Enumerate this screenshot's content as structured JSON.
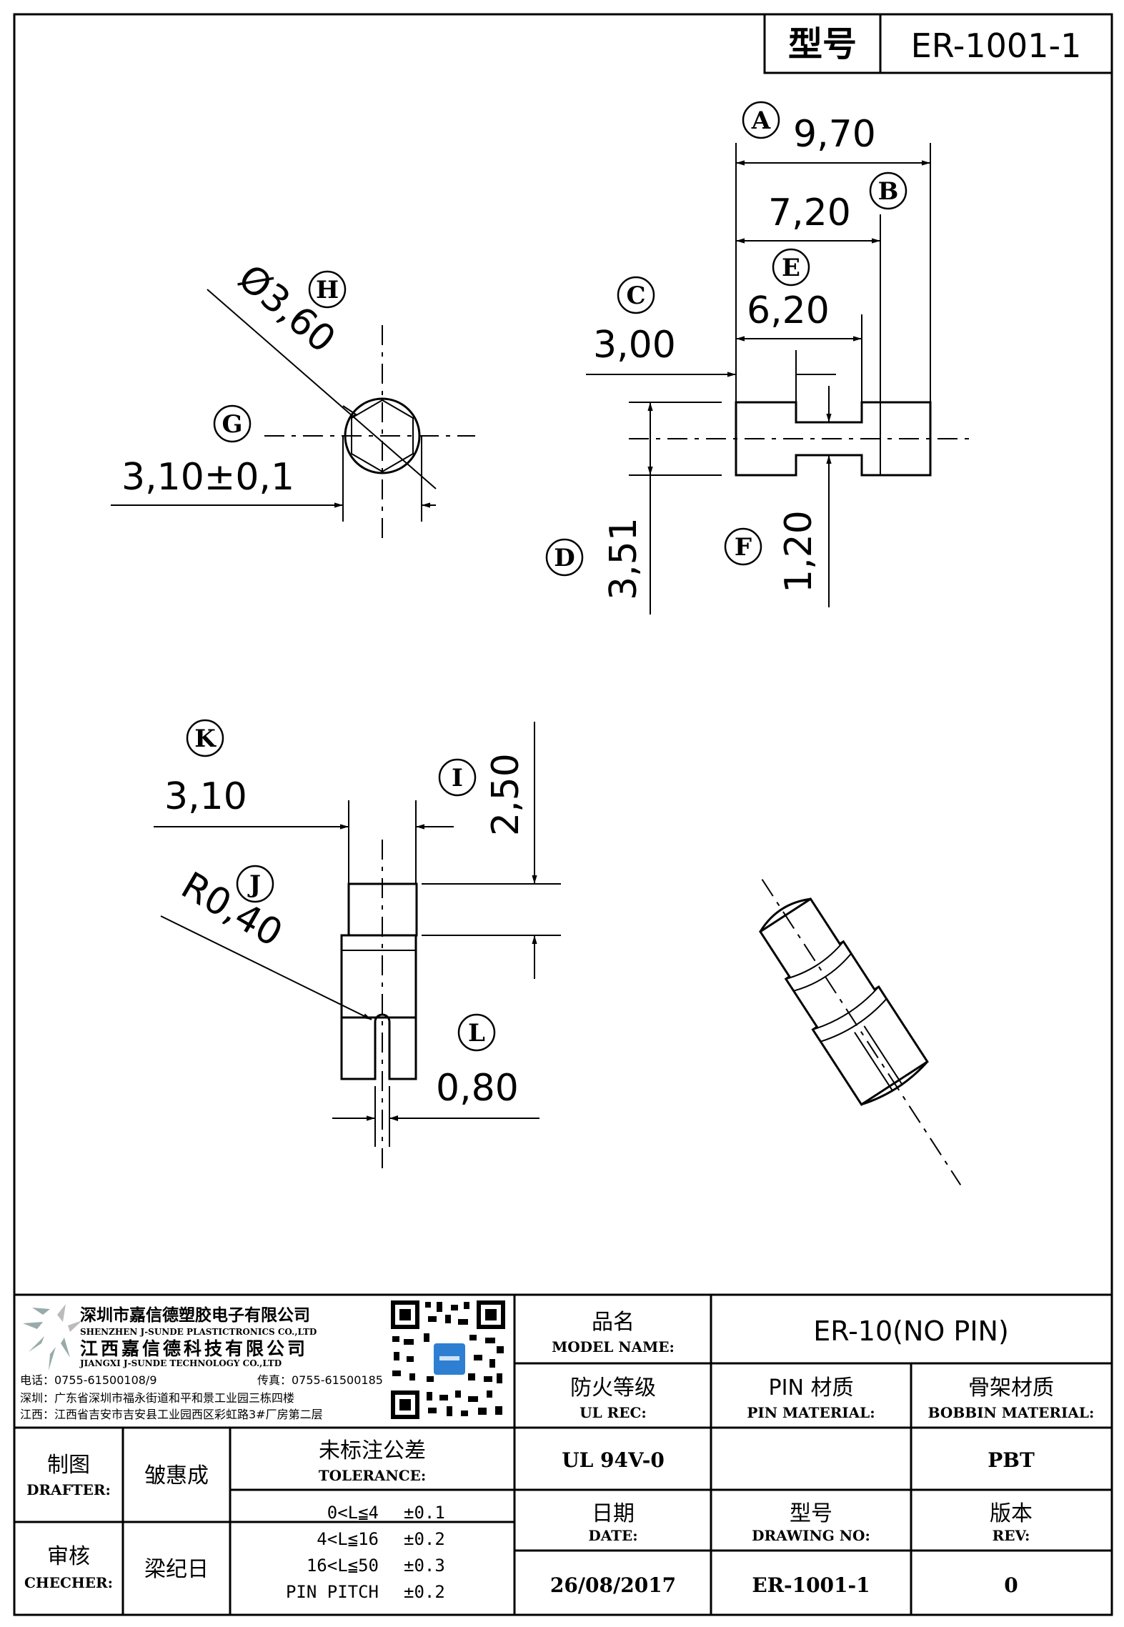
{
  "header": {
    "label": "型号",
    "value": "ER-1001-1"
  },
  "dimensions": {
    "A": {
      "letter": "A",
      "value": "9,70"
    },
    "B": {
      "letter": "B",
      "value": "7,20"
    },
    "C": {
      "letter": "C",
      "value": "3,00"
    },
    "D": {
      "letter": "D",
      "value": "3,51"
    },
    "E": {
      "letter": "E",
      "value": "6,20"
    },
    "F": {
      "letter": "F",
      "value": "1,20"
    },
    "G": {
      "letter": "G",
      "value": "3,10±0,1"
    },
    "H": {
      "letter": "H",
      "value": "Ø3,60"
    },
    "I": {
      "letter": "I",
      "value": "2,50"
    },
    "J": {
      "letter": "J",
      "value": "R0,40"
    },
    "K": {
      "letter": "K",
      "value": "3,10"
    },
    "L": {
      "letter": "L",
      "value": "0,80"
    }
  },
  "company": {
    "name_cn_1": "深圳市嘉信德塑胶电子有限公司",
    "name_en_1": "SHENZHEN J-SUNDE PLASTICTRONICS CO.,LTD",
    "name_cn_2": "江西嘉信德科技有限公司",
    "name_en_2": "JIANGXI J-SUNDE TECHNOLOGY CO.,LTD",
    "phone": "电话：0755-61500108/9",
    "fax": "传真：0755-61500185",
    "addr_sz": "深圳：广东省深圳市福永街道和平和景工业园三栋四楼",
    "addr_jx": "江西：江西省吉安市吉安县工业园西区彩虹路3#厂房第二层"
  },
  "titleblock": {
    "model_name_cn": "品名",
    "model_name_en": "MODEL NAME:",
    "model_name_value": "ER-10(NO PIN)",
    "ul_cn": "防火等级",
    "ul_en": "UL REC:",
    "ul_value": "UL 94V-0",
    "pin_cn": "PIN 材质",
    "pin_en": "PIN MATERIAL:",
    "pin_value": "",
    "bobbin_cn": "骨架材质",
    "bobbin_en": "BOBBIN MATERIAL:",
    "bobbin_value": "PBT",
    "drafter_cn": "制图",
    "drafter_en": "DRAFTER:",
    "drafter_value": "皱惠成",
    "checker_cn": "审核",
    "checker_en": "CHECHER:",
    "checker_value": "梁纪日",
    "tolerance_cn": "未标注公差",
    "tolerance_en": "TOLERANCE:",
    "tolerances": [
      {
        "range": "0<L≦4",
        "tol": "±0.1"
      },
      {
        "range": "4<L≦16",
        "tol": "±0.2"
      },
      {
        "range": "16<L≦50",
        "tol": "±0.3"
      },
      {
        "range": "PIN PITCH",
        "tol": "±0.2"
      }
    ],
    "date_cn": "日期",
    "date_en": "DATE:",
    "date_value": "26/08/2017",
    "drawing_no_cn": "型号",
    "drawing_no_en": "DRAWING NO:",
    "drawing_no_value": "ER-1001-1",
    "rev_cn": "版本",
    "rev_en": "REV:",
    "rev_value": "0"
  }
}
